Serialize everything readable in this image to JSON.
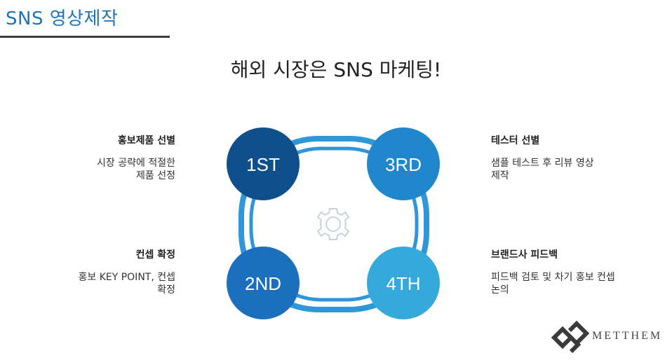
{
  "header": {
    "title": "SNS 영상제작"
  },
  "main": {
    "title": "해외 시장은 SNS 마케팅!"
  },
  "steps": [
    {
      "badge": "1ST",
      "heading": "홍보제품 선별",
      "desc": "시장 공략에 적절한\n제품 선정",
      "color": "#0f4f8c"
    },
    {
      "badge": "2ND",
      "heading": "컨셉 확정",
      "desc": "홍보 KEY POINT, 컨셉\n확정",
      "color": "#1b6fbd"
    },
    {
      "badge": "3RD",
      "heading": "테스터 선별",
      "desc": "샘플 테스트 후 리뷰 영상\n제작",
      "color": "#2187cc"
    },
    {
      "badge": "4TH",
      "heading": "브랜드사 피드백",
      "desc": "피드백 검토 및 차기 홍보 컨셉\n논의",
      "color": "#35a8dc"
    }
  ],
  "center_icon": "gear-icon",
  "brand": {
    "name": "METTHEM",
    "logo_icon": "metthem-logo-icon"
  },
  "colors": {
    "accent": "#1f75b9",
    "ring": "#2f97d9"
  }
}
